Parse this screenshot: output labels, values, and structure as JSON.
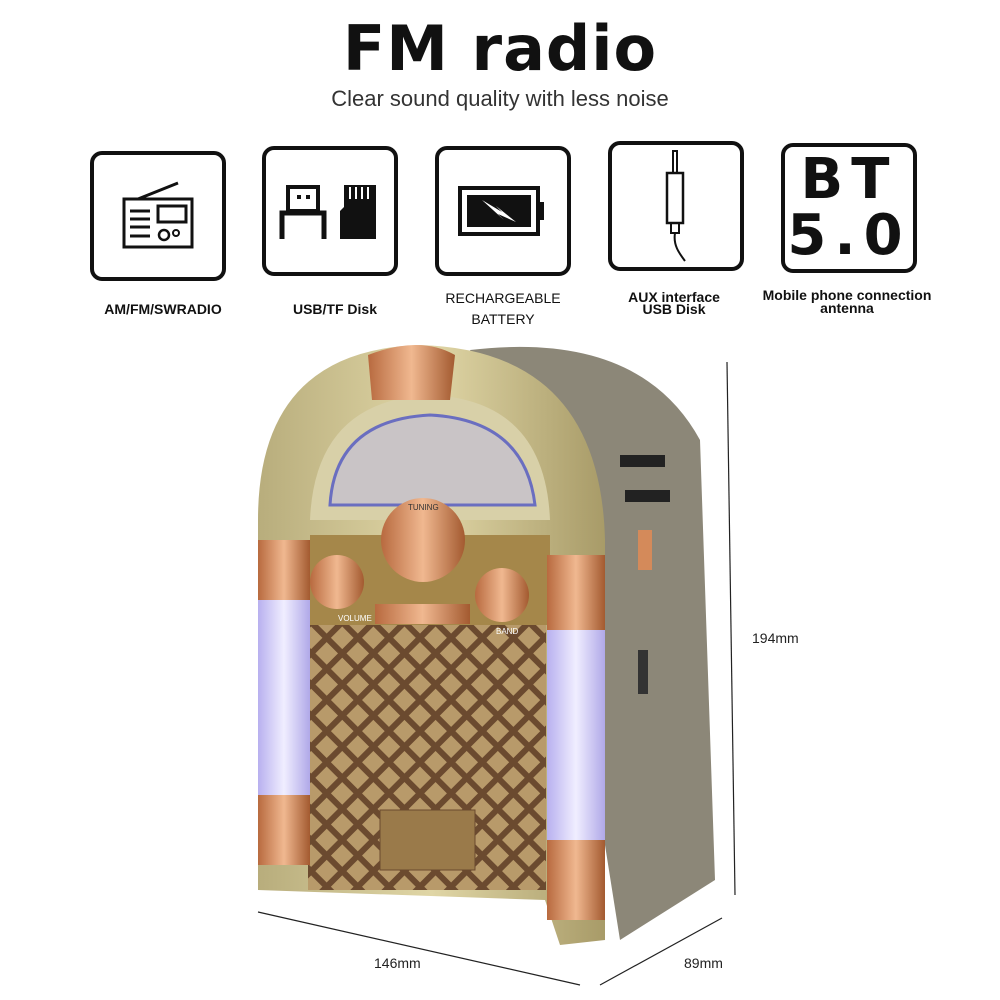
{
  "header": {
    "title": "FM radio",
    "subtitle": "Clear sound quality with less noise"
  },
  "features": [
    {
      "icon": "radio-icon",
      "label": "AM/FM/SWRADIO"
    },
    {
      "icon": "usb-tf-card-icon",
      "label": "USB/TF Disk"
    },
    {
      "icon": "battery-icon",
      "label_line1": "RECHARGEABLE",
      "label_line2": "BATTERY"
    },
    {
      "icon": "aux-jack-icon",
      "label_line1": "AUX interface",
      "label_line2": "USB Disk"
    },
    {
      "icon": "bluetooth-version-icon",
      "badge_line1": "BT",
      "badge_line2": "5.0",
      "label_line1": "Mobile phone connection",
      "label_line2": "antenna"
    }
  ],
  "product": {
    "knob_left": "VOLUME",
    "knob_right": "BAND",
    "dial": "TUNING"
  },
  "dimensions": {
    "height": "194mm",
    "width": "146mm",
    "depth": "89mm"
  }
}
